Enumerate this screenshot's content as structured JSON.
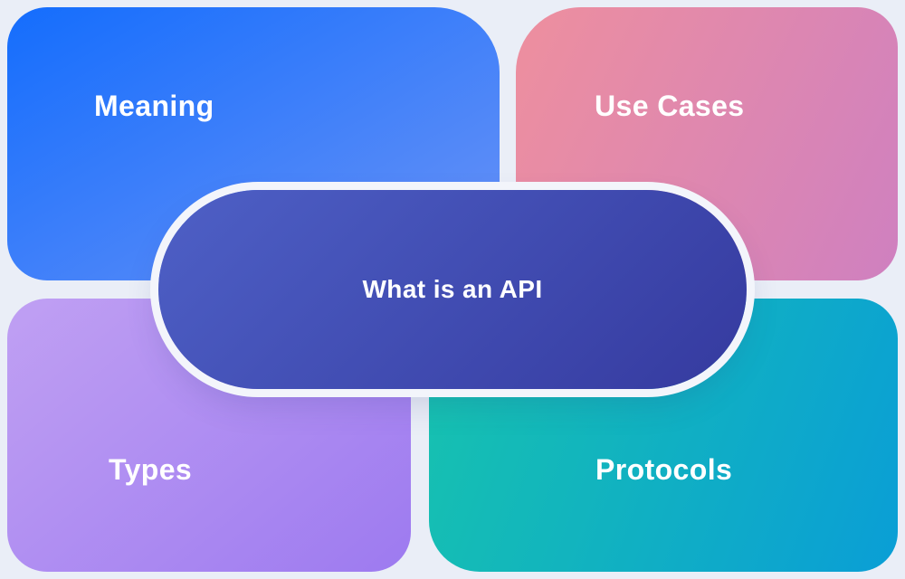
{
  "page": {
    "background": "#eaeef7"
  },
  "diagram": {
    "center": {
      "label": "What is an API",
      "gradient_from": "#4e60c6",
      "gradient_to": "#353a9f",
      "gradient_angle": 135,
      "ring": "#f3f5fb"
    },
    "nodes": [
      {
        "id": "meaning",
        "label": "Meaning",
        "position": "top-left",
        "gradient_from": "#146dfd",
        "gradient_to": "#6b93f6",
        "gradient_angle": 150
      },
      {
        "id": "use-cases",
        "label": "Use Cases",
        "position": "top-right",
        "gradient_from": "#ee8f9e",
        "gradient_to": "#cf80c0",
        "gradient_angle": 115
      },
      {
        "id": "types",
        "label": "Types",
        "position": "bottom-left",
        "gradient_from": "#c0a0f3",
        "gradient_to": "#9d7af0",
        "gradient_angle": 140
      },
      {
        "id": "protocols",
        "label": "Protocols",
        "position": "bottom-right",
        "gradient_from": "#17c3ae",
        "gradient_to": "#0a9ed6",
        "gradient_angle": 110
      }
    ]
  }
}
